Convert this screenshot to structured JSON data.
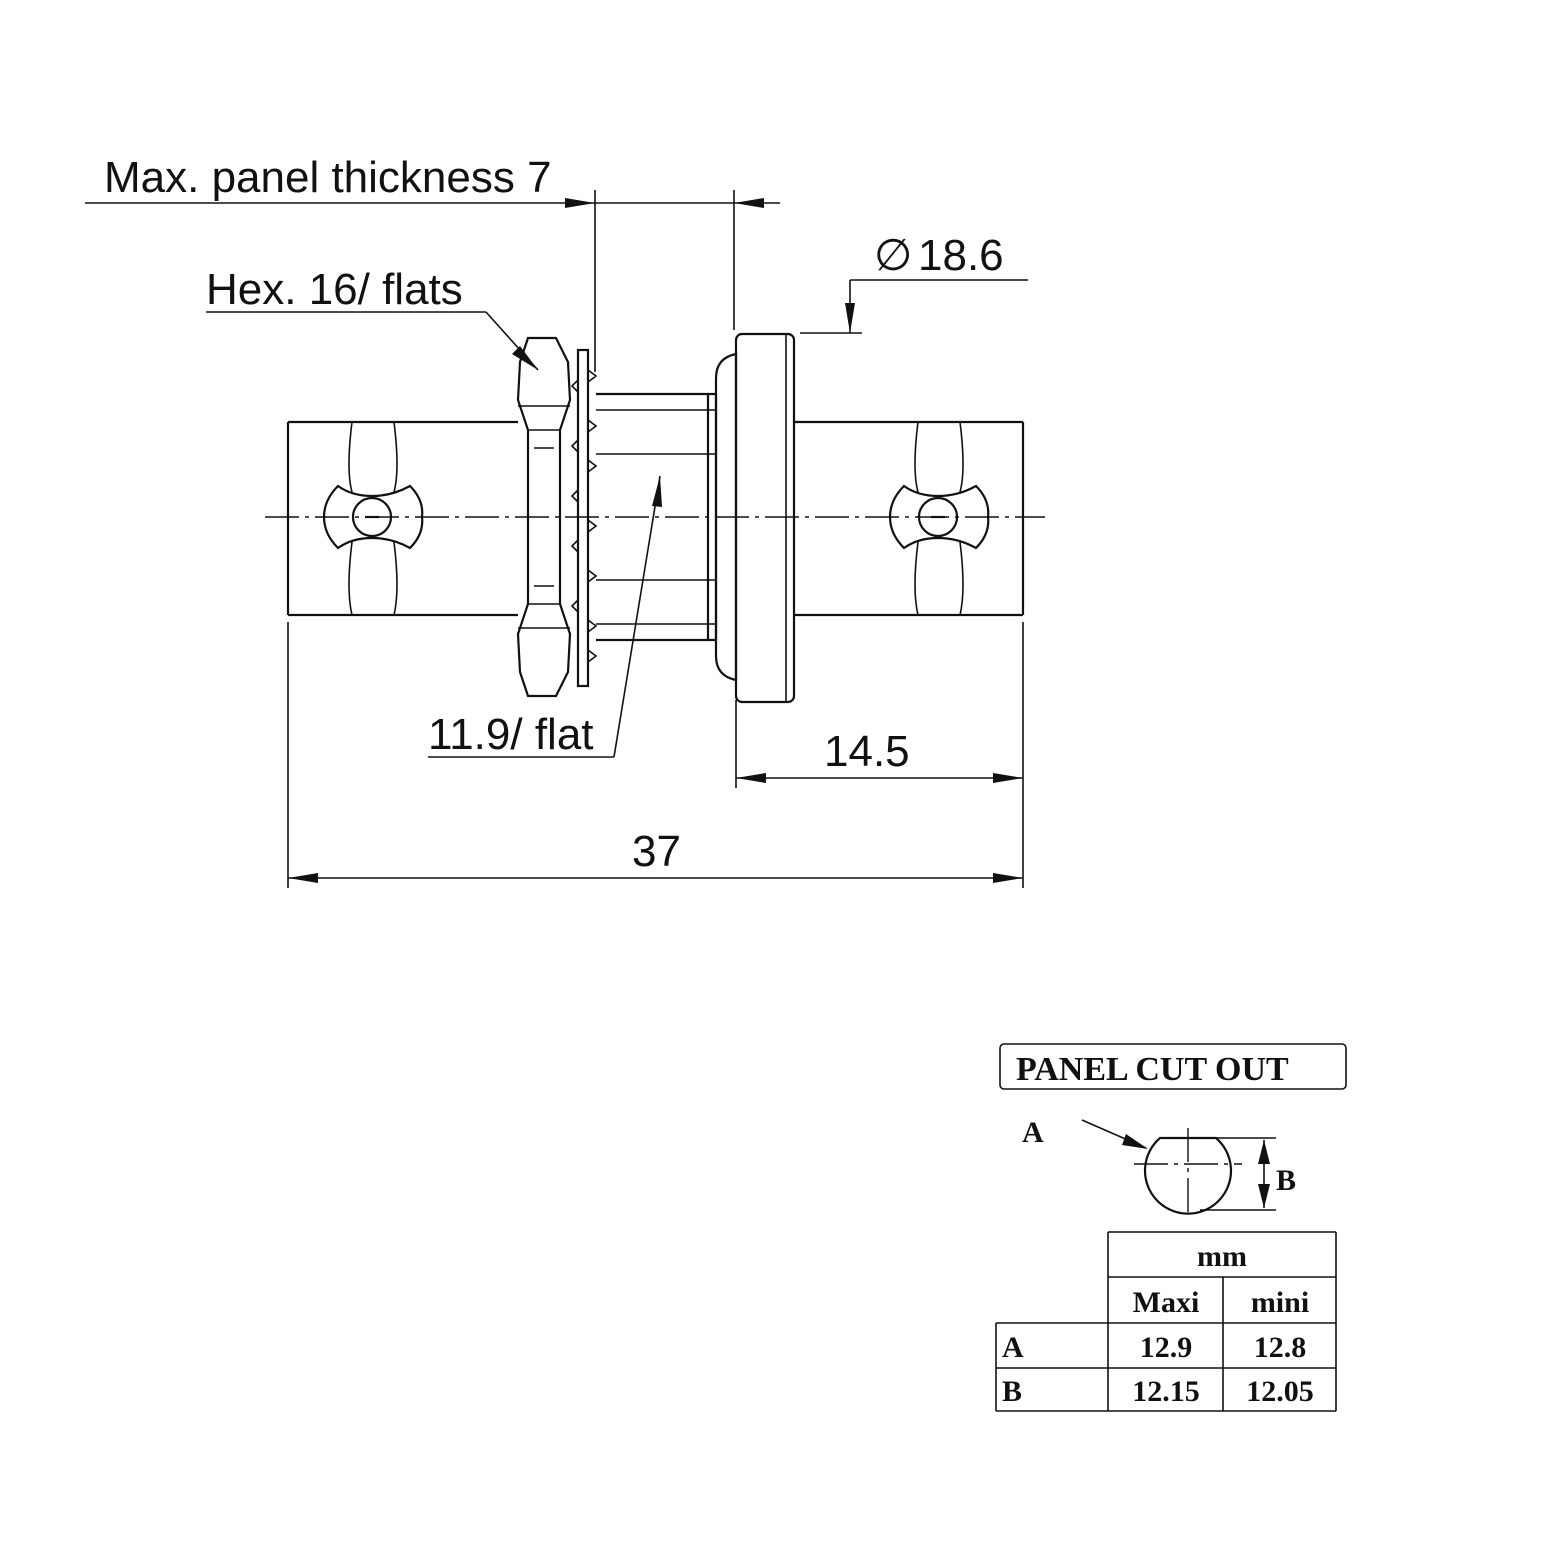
{
  "drawing": {
    "labels": {
      "panel_thickness": "Max. panel thickness 7",
      "hex": "Hex. 16/ flats",
      "diameter": "18.6",
      "diameter_symbol": "∅",
      "flat": "11.9/ flat",
      "length_rear": "14.5",
      "length_total": "37"
    }
  },
  "panel_cutout": {
    "title": "PANEL CUT OUT",
    "label_a": "A",
    "label_b": "B",
    "table": {
      "unit_header": "mm",
      "columns": [
        "Maxi",
        "mini"
      ],
      "rows": [
        {
          "label": "A",
          "values": [
            "12.9",
            "12.8"
          ]
        },
        {
          "label": "B",
          "values": [
            "12.15",
            "12.05"
          ]
        }
      ]
    }
  }
}
